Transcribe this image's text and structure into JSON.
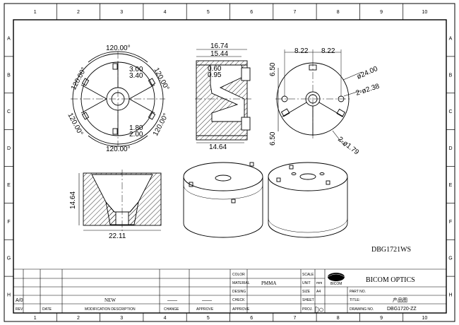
{
  "grid": {
    "columns": [
      "1",
      "2",
      "3",
      "4",
      "5",
      "6",
      "7",
      "8",
      "9",
      "10"
    ],
    "rows": [
      "A",
      "B",
      "C",
      "D",
      "E",
      "F",
      "G",
      "H"
    ]
  },
  "front_view": {
    "top_angle": "120.00°",
    "left_angle": "120.00°",
    "right_angle": "120.00°",
    "bottom_left_angle": "120.00°",
    "bottom_right_angle": "120.00°",
    "bottom_angle": "120.00°",
    "slot_a": "3.00",
    "slot_b": "3.40",
    "slot_c": "1.80",
    "slot_d": "2.00"
  },
  "section_view": {
    "width_outer": "16.74",
    "width_inner": "15.44",
    "step_a": "0.60",
    "step_b": "0.95",
    "base_width": "14.64"
  },
  "back_view": {
    "offset_left": "8.22",
    "offset_right": "8.22",
    "height_top": "6.50",
    "height_bottom": "6.50",
    "diameter": "ø24.00",
    "holes": "2-ø2.38",
    "pins": "2-ø1.79"
  },
  "side_view": {
    "height": "14.64",
    "width": "22.11"
  },
  "part_code": "DBG1721WS",
  "title_block": {
    "headers": {
      "rev": "REV",
      "date": "DATE",
      "mod": "MODIFICATION DESCRIPTION",
      "change": "CHANGE",
      "approve": "APPROVE"
    },
    "row_av": "A/0",
    "row_new": "NEW",
    "row_dash1": "——",
    "row_dash2": "——",
    "color_label": "COLOR",
    "material_label": "MATERIAL",
    "material_value": "PMMA",
    "design_label": "DESING",
    "check_label": "CHECK",
    "approve_label": "APPROVE",
    "scale_label": "SCALE",
    "unit_label": "UNIT",
    "unit_value": "mm",
    "size_label": "SIZE",
    "size_value": "A4",
    "sheet_label": "SHEET",
    "proj_label": "PROJ.",
    "logo_text": "BICOM",
    "company": "BICOM OPTICS",
    "part_no_label": "PART NO.",
    "title_label": "TITLE:",
    "title_value": "产品图",
    "drawing_no_label": "DRAWING NO.",
    "drawing_no_value": "DBG1720-ZZ"
  }
}
